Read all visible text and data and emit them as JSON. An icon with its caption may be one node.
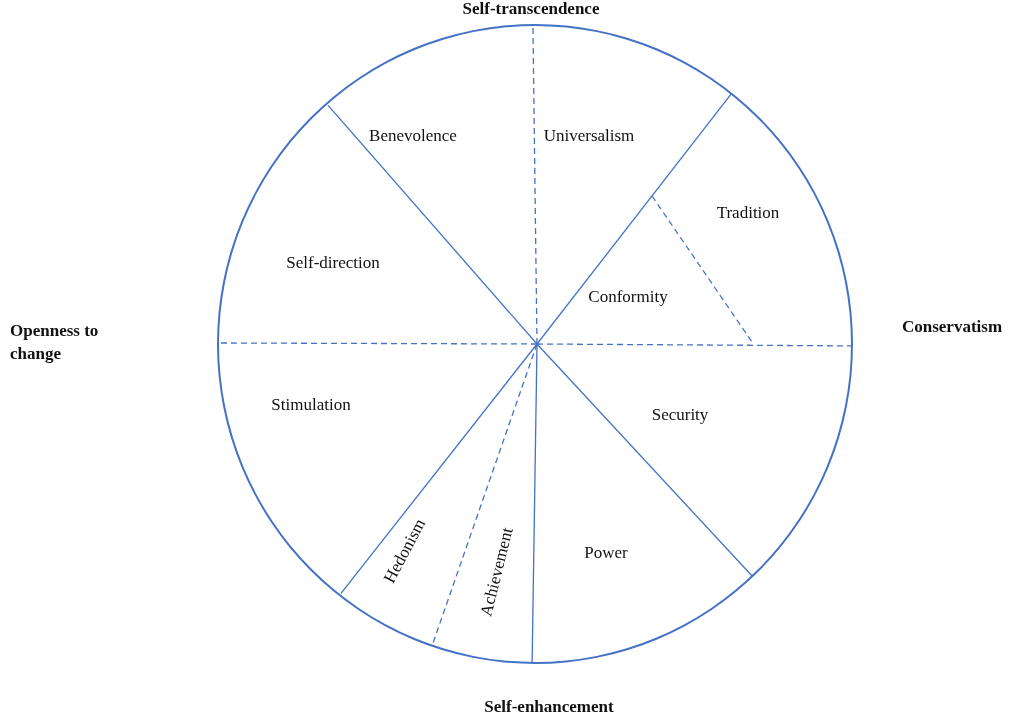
{
  "diagram": {
    "nodes": [
      {
        "text": [
          "Benevolence",
          "Universalism",
          "Tradition",
          "Self-direction",
          "Conformity",
          "Stimulation",
          "Security",
          "Power",
          "Hedonism",
          "Achievement"
        ]
      }
    ],
    "labels": [
      "Self-transcendence",
      "Openness to change",
      "Conservatism",
      "Self-enhancement"
    ]
  }
}
